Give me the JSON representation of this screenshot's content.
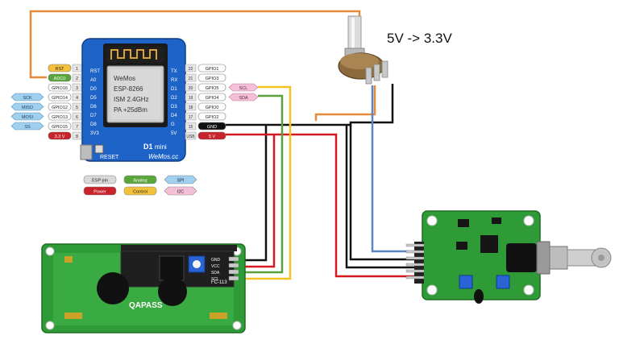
{
  "potentiometer": {
    "note": "5V -> 3.3V"
  },
  "d1_mini": {
    "pcb_lines": [
      "D1",
      "mini"
    ],
    "brand": "WeMos.cc",
    "reset": "RESET",
    "module_lines": [
      "WeMos",
      "ESP-8266",
      "ISM 2.4GHz",
      "PA +25dBm"
    ],
    "left_pins": [
      {
        "num": "1",
        "label": "RST",
        "color": "#f3c13a"
      },
      {
        "num": "2",
        "label": "ADC0",
        "color": "#5aa63a"
      },
      {
        "num": "3",
        "label": "GPIO16",
        "color": "#ffffff"
      },
      {
        "num": "4",
        "label": "GPIO14",
        "color": "#ffffff"
      },
      {
        "num": "5",
        "label": "GPIO12",
        "color": "#ffffff"
      },
      {
        "num": "6",
        "label": "GPIO13",
        "color": "#ffffff"
      },
      {
        "num": "7",
        "label": "GPIO15",
        "color": "#ffffff"
      },
      {
        "num": "8",
        "label": "3.3 V",
        "color": "#c8222a"
      }
    ],
    "left_silk": [
      "RST",
      "A0",
      "D0",
      "D5",
      "D6",
      "D7",
      "D8",
      "3V3"
    ],
    "right_pins": [
      {
        "num": "22",
        "label": "GPIO1",
        "color": "#ffffff"
      },
      {
        "num": "21",
        "label": "GPIO3",
        "color": "#ffffff"
      },
      {
        "num": "20",
        "label": "GPIO5",
        "color": "#ffffff"
      },
      {
        "num": "19",
        "label": "GPIO4",
        "color": "#ffffff"
      },
      {
        "num": "18",
        "label": "GPIO0",
        "color": "#ffffff"
      },
      {
        "num": "17",
        "label": "GPIO2",
        "color": "#ffffff"
      },
      {
        "num": "15",
        "label": "GND",
        "color": "#111111"
      },
      {
        "num": "USB",
        "label": "5 V",
        "color": "#c8222a"
      }
    ],
    "right_silk": [
      "TX",
      "RX",
      "D1",
      "D2",
      "D3",
      "D4",
      "G",
      "5V"
    ],
    "spi_tags": [
      "SCK",
      "MISO",
      "MOSI",
      "SS"
    ],
    "i2c_tags": [
      "SCL",
      "SDA"
    ]
  },
  "legend": {
    "items": [
      {
        "label": "ESP pin",
        "color": "#d9d9d9",
        "shape": "rect"
      },
      {
        "label": "Analog",
        "color": "#5aa63a",
        "shape": "rect"
      },
      {
        "label": "SPI",
        "color": "#9fd0ef",
        "shape": "hex"
      },
      {
        "label": "Power",
        "color": "#c8222a",
        "shape": "rect"
      },
      {
        "label": "Control",
        "color": "#f3c13a",
        "shape": "rect"
      },
      {
        "label": "I2C",
        "color": "#f4c0d8",
        "shape": "hex"
      }
    ]
  },
  "lcd": {
    "pins": [
      "GND",
      "VCC",
      "SDA",
      "SCL"
    ],
    "brand": "QAPASS",
    "chip_label": "FC-113"
  },
  "ph_board": {
    "pins": 6
  },
  "colors": {
    "wire_orange": "#e68a3e",
    "wire_black": "#111111",
    "wire_red": "#d6191f",
    "wire_blue": "#5b84c4",
    "wire_green": "#59a23a",
    "wire_yellow": "#f2c322",
    "pcb_blue": "#1e63c8",
    "pcb_green": "#2e9b36"
  }
}
